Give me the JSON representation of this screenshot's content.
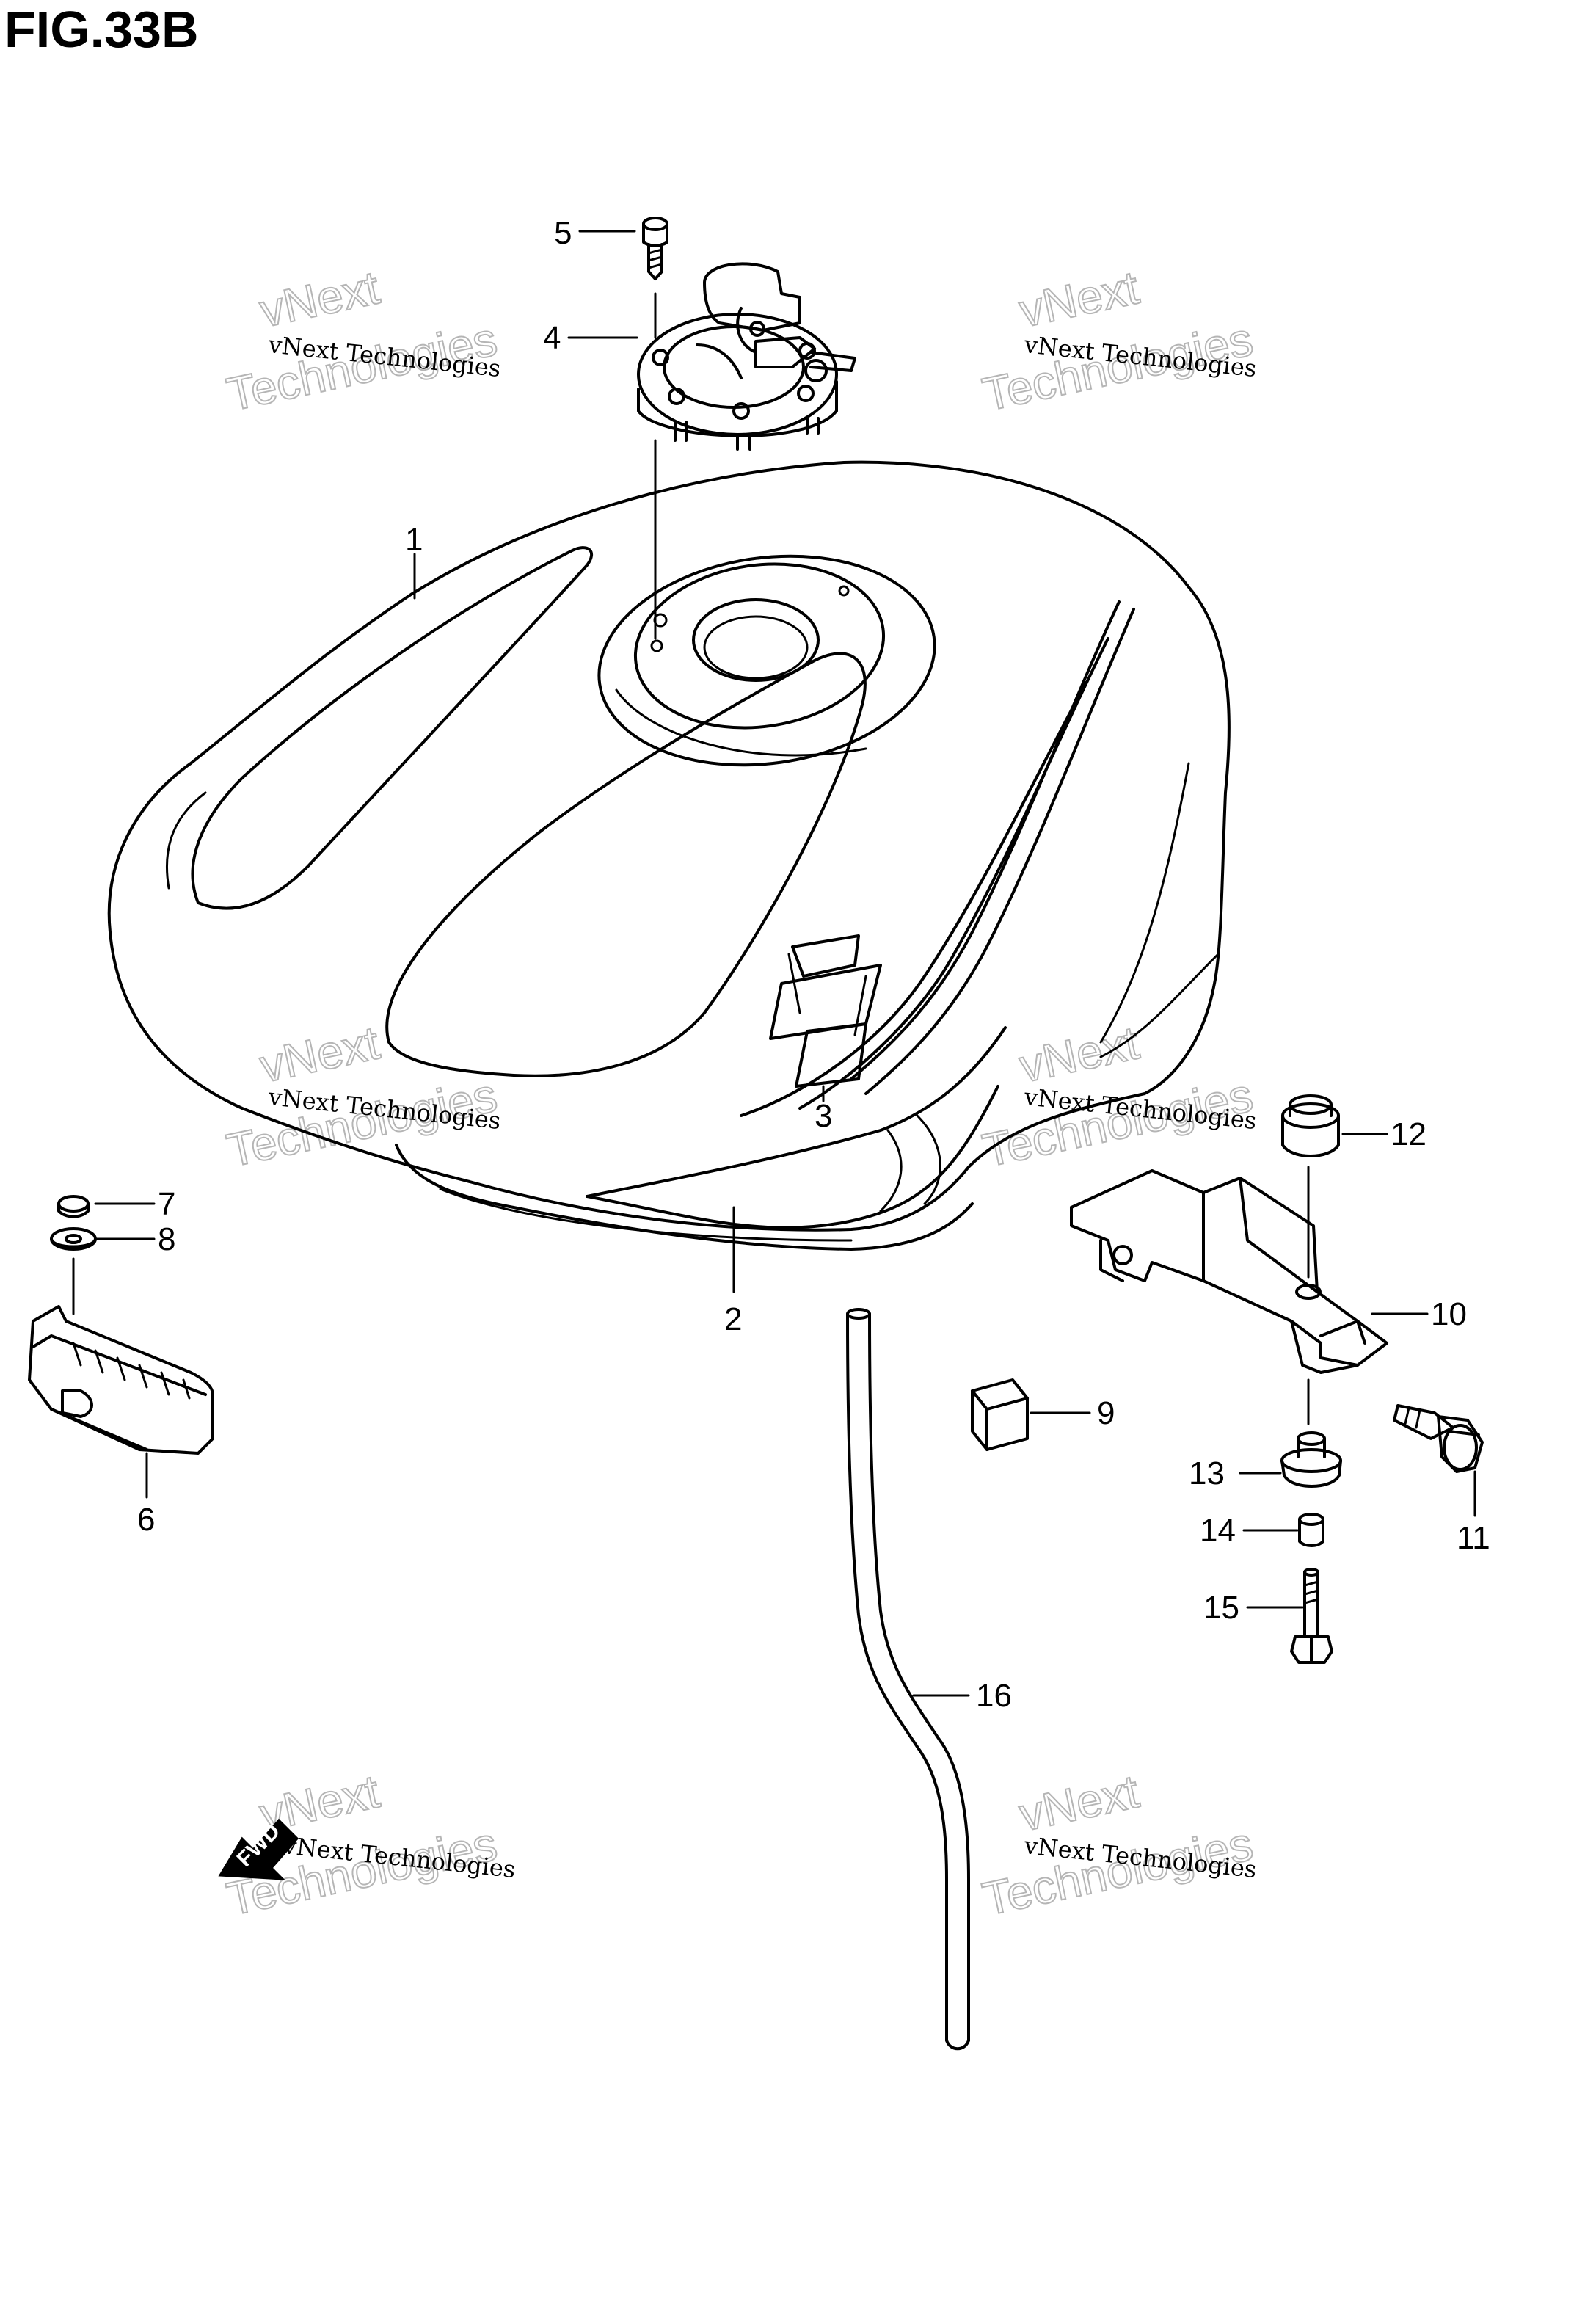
{
  "figure": {
    "title": "FIG.33B"
  },
  "callouts": [
    "1",
    "2",
    "3",
    "4",
    "5",
    "6",
    "7",
    "8",
    "9",
    "10",
    "11",
    "12",
    "13",
    "14",
    "15",
    "16"
  ],
  "watermark": {
    "line1": "vNext Technologies",
    "line2": "vNext",
    "line3": "Technologies"
  },
  "fwd_label": "FWD"
}
